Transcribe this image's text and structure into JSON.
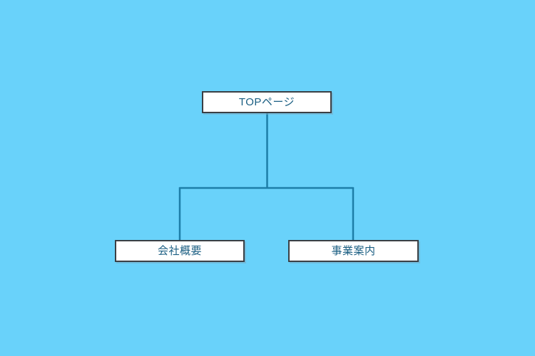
{
  "diagram": {
    "type": "tree",
    "title": "",
    "background_color": "#69d2fa",
    "box_fill_color": "#ffffff",
    "box_border_color": "#3a3f44",
    "connector_color": "#1d7ea8",
    "text_color": "#1a5e82",
    "root": {
      "label": "TOPページ"
    },
    "children": [
      {
        "label": "会社概要"
      },
      {
        "label": "事業案内"
      }
    ],
    "connectors": [
      {
        "name": "root-stem",
        "from": "root",
        "to": "branch-bar"
      },
      {
        "name": "branch-bar",
        "from": "left-drop",
        "to": "right-drop"
      },
      {
        "name": "left-drop",
        "from": "branch-bar",
        "to": "会社概要"
      },
      {
        "name": "right-drop",
        "from": "branch-bar",
        "to": "事業案内"
      }
    ]
  }
}
